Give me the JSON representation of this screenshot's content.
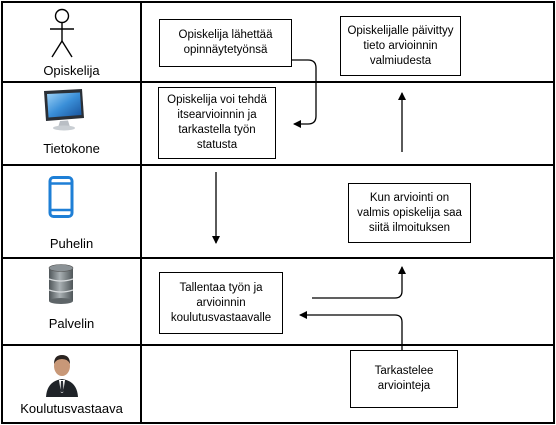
{
  "lanes": [
    {
      "label": "Opiskelija",
      "icon": "stick-figure-icon"
    },
    {
      "label": "Tietokone",
      "icon": "computer-monitor-icon"
    },
    {
      "label": "Puhelin",
      "icon": "smartphone-icon"
    },
    {
      "label": "Palvelin",
      "icon": "server-database-icon"
    },
    {
      "label": "Koulutusvastaava",
      "icon": "businessman-icon"
    }
  ],
  "boxes": {
    "submit_thesis": "Opiskelija lähettää opinnäytetyönsä",
    "self_assess": "Opiskelija voi tehdä itsearvioinnin ja tarkastella työn statusta",
    "info_updated": "Opiskelijalle päivittyy tieto arvioinnin valmiudesta",
    "notify_done": "Kun arviointi on valmis opiskelija saa siitä ilmoituksen",
    "save_work": "Tallentaa työn ja arvioinnin koulutusvastaavalle",
    "review": "Tarkastelee arviointeja"
  },
  "colors": {
    "monitor_blue": "#3a8fd8",
    "phone_blue": "#1e7fd6",
    "server_grey": "#6d7478",
    "suit_dark": "#1f2328"
  }
}
